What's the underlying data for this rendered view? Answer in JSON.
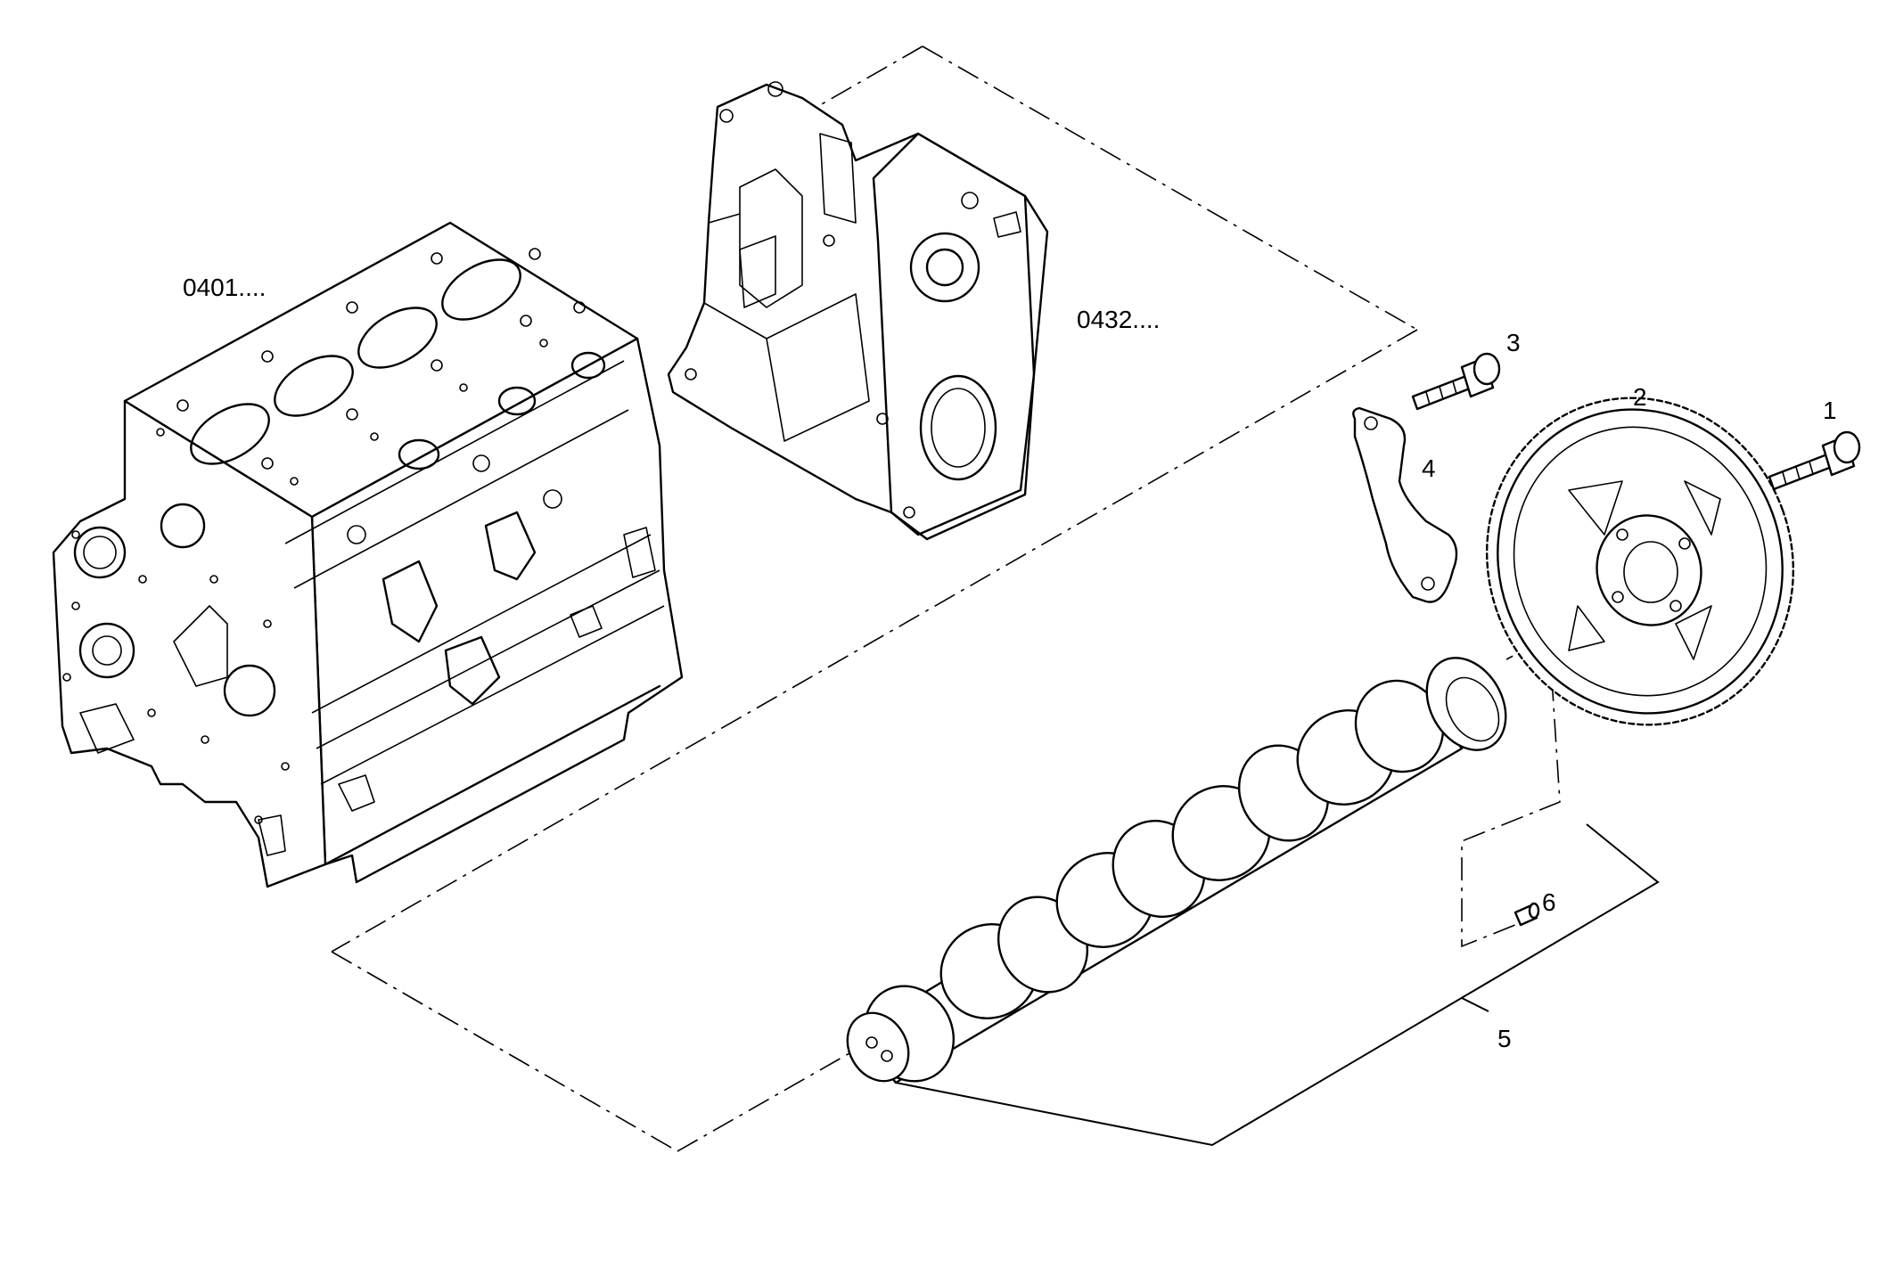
{
  "diagram": {
    "assembly_refs": [
      {
        "id": "engine-block",
        "label": "0401...."
      },
      {
        "id": "timing-housing",
        "label": "0432...."
      }
    ],
    "callouts": [
      {
        "id": "bolt-gear",
        "number": "1"
      },
      {
        "id": "camshaft-gear",
        "number": "2"
      },
      {
        "id": "bolt-plate",
        "number": "3"
      },
      {
        "id": "thrust-plate",
        "number": "4"
      },
      {
        "id": "camshaft",
        "number": "5"
      },
      {
        "id": "dowel-pin",
        "number": "6"
      }
    ]
  }
}
